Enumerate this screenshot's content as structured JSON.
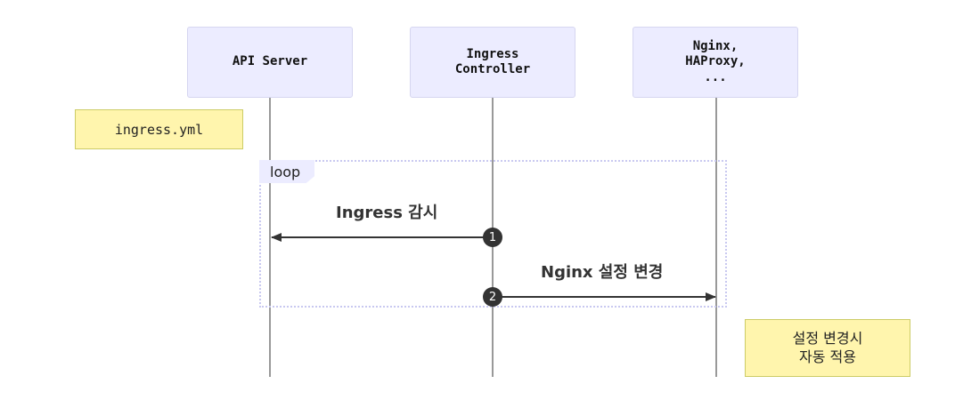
{
  "actors": [
    {
      "label": "API Server"
    },
    {
      "label": "Ingress\nController"
    },
    {
      "label": "Nginx,\nHAProxy,\n..."
    }
  ],
  "notes": {
    "ingress_yml": "ingress.yml",
    "auto_apply": "설정 변경시\n자동 적용"
  },
  "loop": {
    "label": "loop"
  },
  "messages": [
    {
      "number": "1",
      "text": "Ingress 감시"
    },
    {
      "number": "2",
      "text": "Nginx 설정 변경"
    }
  ]
}
